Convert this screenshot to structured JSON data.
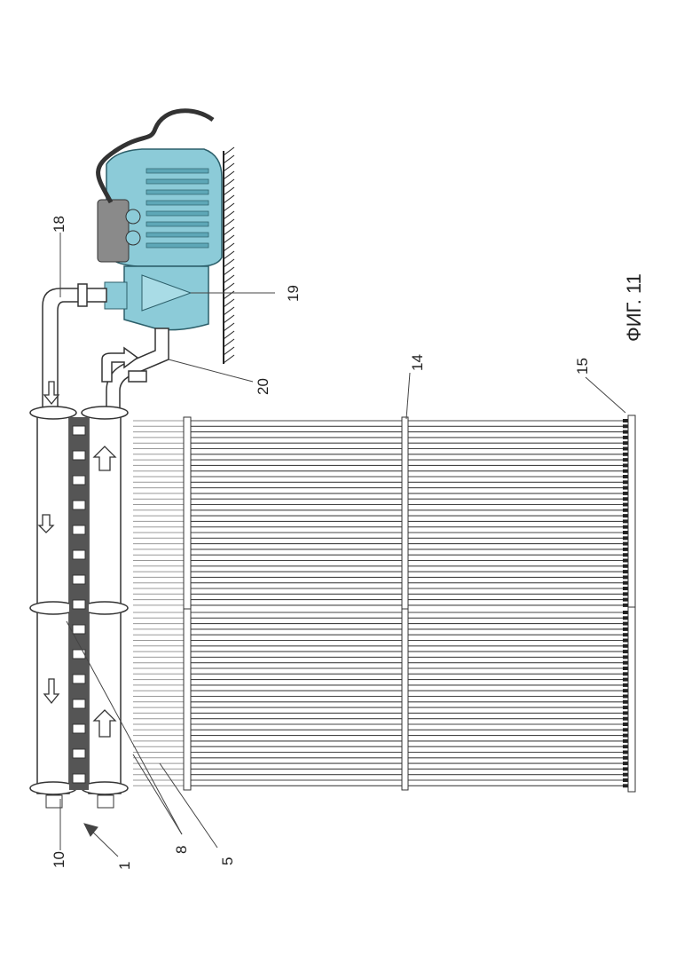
{
  "figure": {
    "caption": "ФИГ. 11"
  },
  "labels": {
    "l18": "18",
    "l19": "19",
    "l20": "20",
    "l14": "14",
    "l15": "15",
    "l10": "10",
    "l1": "1",
    "l8": "8",
    "l5": "5"
  },
  "colors": {
    "pump": "#8ccbd8",
    "pump_dark": "#3c7f8f",
    "line": "#333333",
    "connector": "#888888"
  }
}
